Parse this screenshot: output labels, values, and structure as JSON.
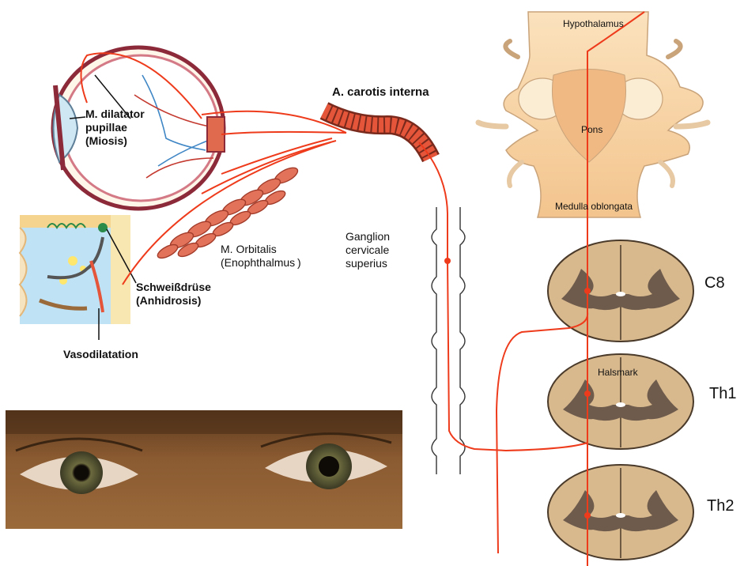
{
  "labels": {
    "eye": "M. dilatator\npupillae\n(Miosis)",
    "carotis": "A. carotis interna",
    "orbitalis": "M. Orbitalis\n(Enophthalmus )",
    "ganglion": "Ganglion\ncervicale\nsuperius",
    "schweiss": "Schweißdrüse\n(Anhidrosis)",
    "vaso": "Vasodilatation",
    "hypothalamus": "Hypothalamus",
    "pons": "Pons",
    "medulla": "Medulla oblongata",
    "halsmark": "Halsmark",
    "c8": "C8",
    "th1": "Th1",
    "th2": "Th2"
  },
  "icons": {
    "eye": "eye-cross-section-icon",
    "skin": "skin-cross-section-icon",
    "muscle": "orbitalis-muscle-icon",
    "artery": "carotid-artery-icon",
    "ganglion": "sympathetic-chain-icon",
    "brainstem": "brainstem-icon",
    "spinal": "spinal-cord-segment-icon",
    "photo": "eyes-photo-icon"
  },
  "colors": {
    "nerve": "#ee3b1c",
    "artery": "#e4553a",
    "cord_outer": "#d8b98e",
    "cord_gray": "#6e5b4c",
    "brainstem": "#f6c994",
    "skin_bg": "#bfe3f5",
    "photo_bg": "#7a4f2b"
  }
}
